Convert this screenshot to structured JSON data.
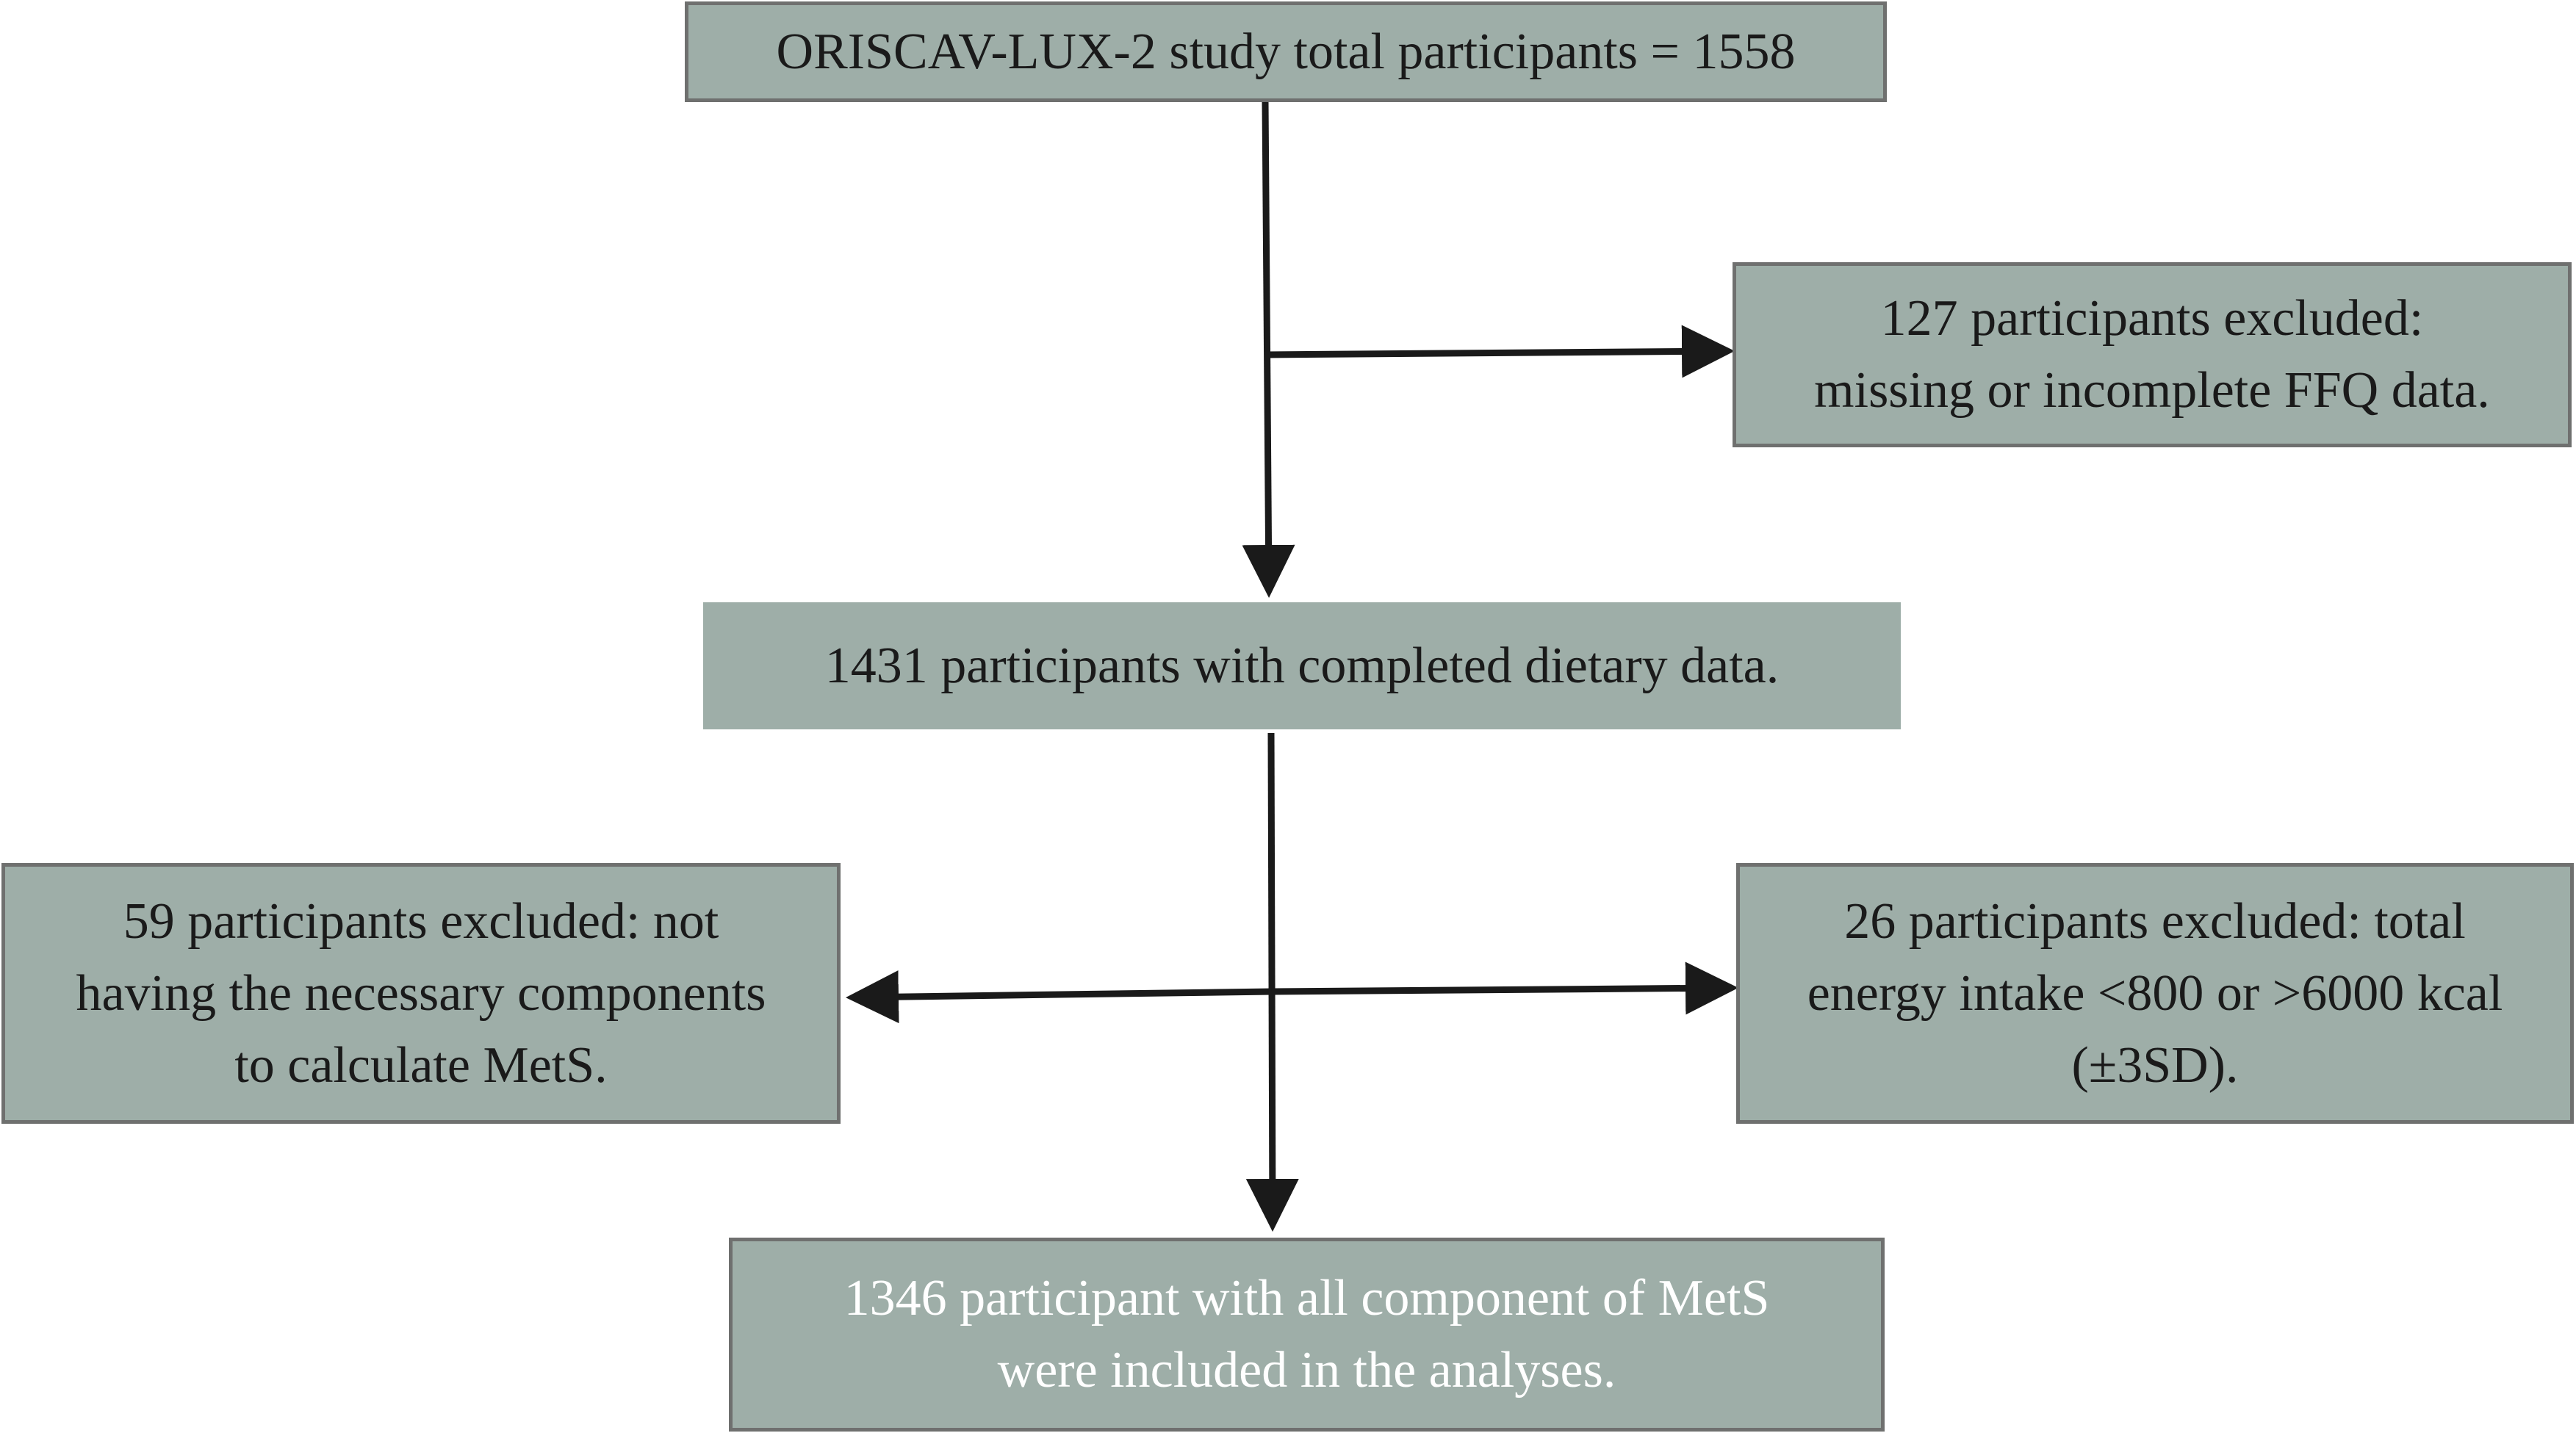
{
  "flowchart": {
    "total": {
      "lines": [
        "ORISCAV-LUX-2 study total participants = 1558"
      ]
    },
    "excluded_ffq": {
      "lines": [
        "127 participants excluded:",
        "missing or incomplete FFQ data."
      ]
    },
    "dietary": {
      "lines": [
        "1431 participants with completed dietary data."
      ]
    },
    "excluded_mets": {
      "lines": [
        "59 participants excluded: not",
        "having the necessary components",
        "to calculate MetS."
      ]
    },
    "excluded_energy": {
      "lines": [
        "26 participants excluded: total",
        "energy intake <800 or >6000 kcal",
        "(±3SD)."
      ]
    },
    "final": {
      "lines": [
        "1346 participant with all component of MetS",
        "were included in the analyses."
      ]
    }
  },
  "colors": {
    "box_fill": "#9eaea8",
    "box_border": "#6f706f",
    "arrow": "#1a1a1a",
    "final_text": "#ffffff"
  }
}
